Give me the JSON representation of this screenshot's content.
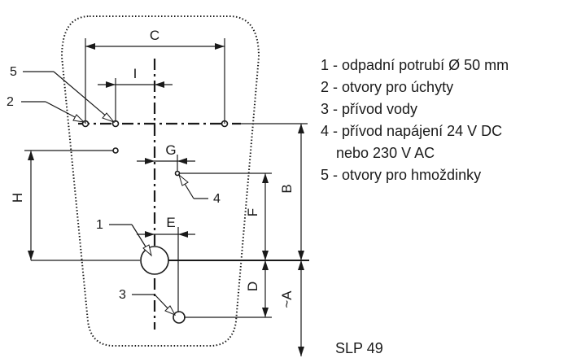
{
  "dimensions": {
    "C": "C",
    "I": "I",
    "G": "G",
    "E": "E",
    "H": "H",
    "F": "F",
    "B": "B",
    "D": "D",
    "A": "~A"
  },
  "callouts": {
    "n1": "1",
    "n2": "2",
    "n3": "3",
    "n4": "4",
    "n5": "5"
  },
  "legend": {
    "item1": "1 - odpadní potrubí Ø 50 mm",
    "item2": "2 - otvory pro úchyty",
    "item3": "3 - přívod vody",
    "item4_line1": "4 - přívod napájení 24 V DC",
    "item4_line2": "nebo 230 V AC",
    "item5": "5 - otvory pro hmoždinky"
  },
  "model_code": "SLP 49"
}
